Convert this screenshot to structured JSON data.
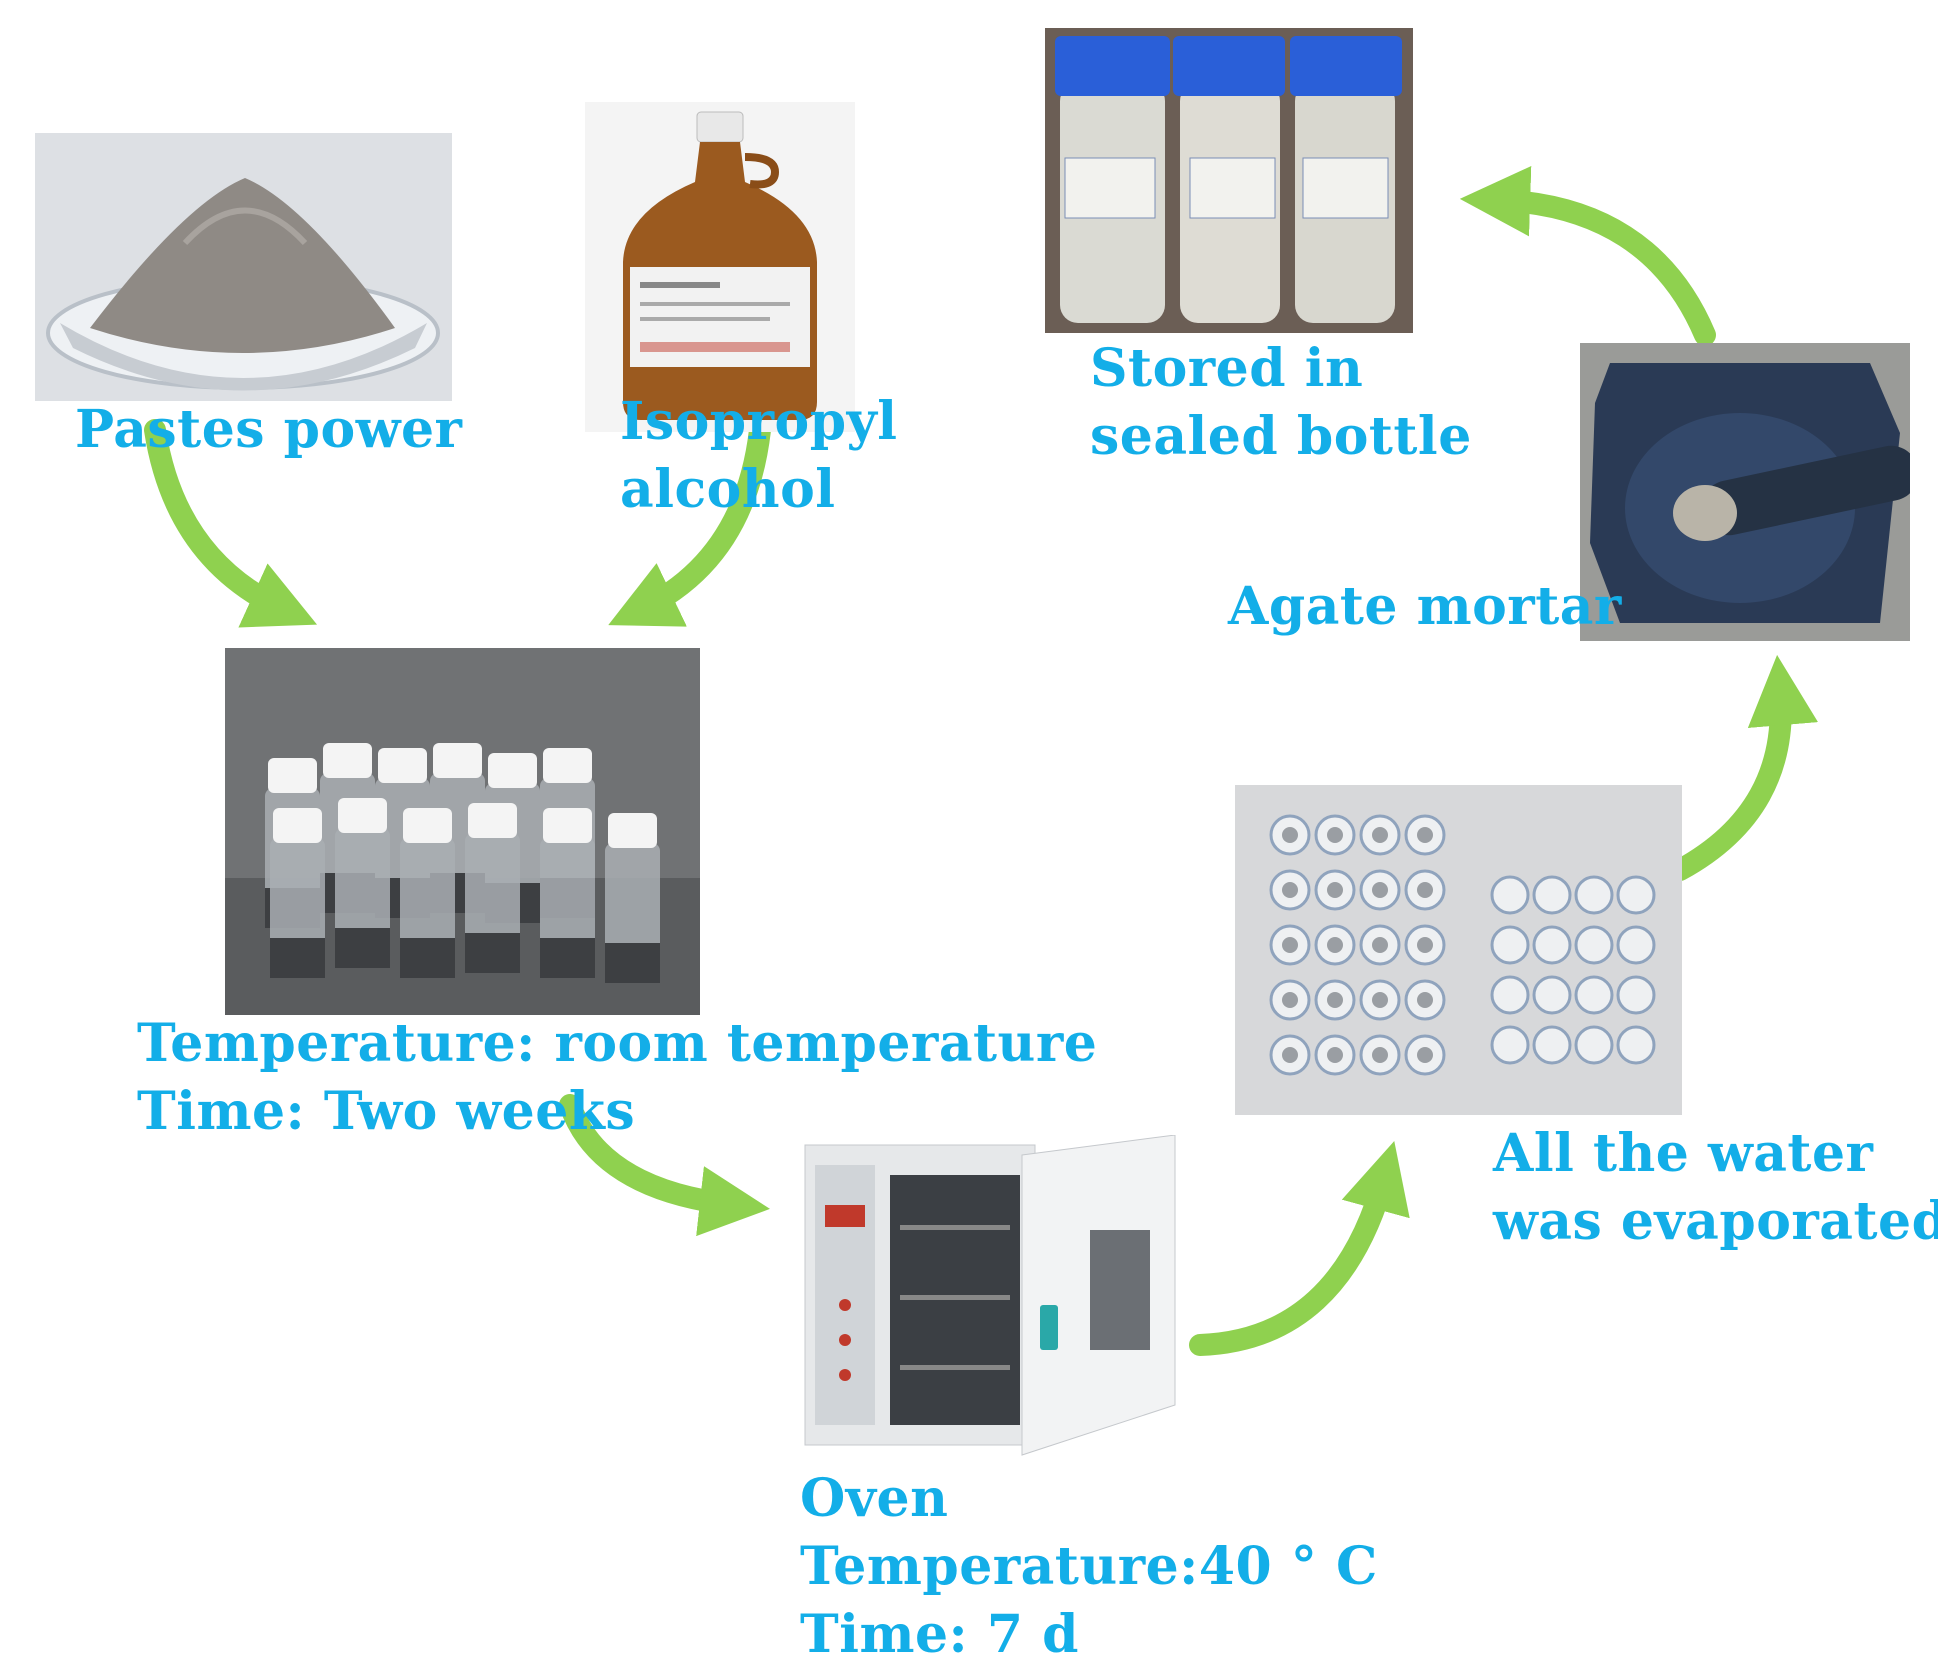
{
  "steps": {
    "powder": {
      "label": "Pastes power"
    },
    "alcohol": {
      "label_line1": "Isopropyl",
      "label_line2": "alcohol"
    },
    "mixture": {
      "line1": "Temperature: room temperature",
      "line2": "Time: Two weeks"
    },
    "oven": {
      "line1": "Oven",
      "line2": "Temperature:40 ° C",
      "line3": "Time: 7 d"
    },
    "evaporated": {
      "line1": "All the water",
      "line2": "was evaporated"
    },
    "mortar": {
      "label": "Agate mortar"
    },
    "stored": {
      "line1": "Stored in",
      "line2": "sealed bottle"
    }
  },
  "colors": {
    "label_text": "#13aee8",
    "arrow": "#8fd14f",
    "cap_blue": "#2a5fd8"
  }
}
